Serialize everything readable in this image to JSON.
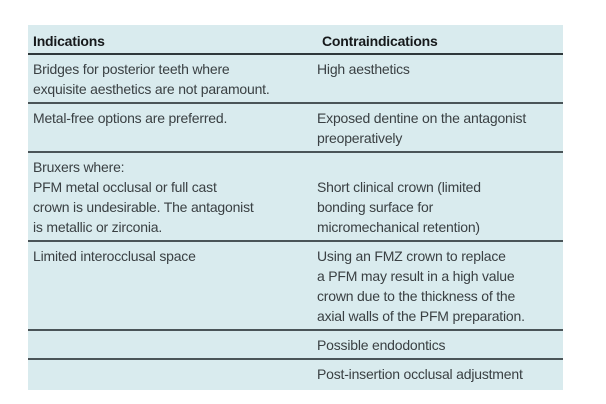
{
  "table": {
    "header": {
      "indications": "Indications",
      "contraindications": "Contraindications"
    },
    "rows": [
      {
        "indication": "Bridges for posterior teeth where\nexquisite aesthetics are not paramount.",
        "contraindication": "High aesthetics"
      },
      {
        "indication": "Metal-free options are preferred.",
        "contraindication": "Exposed dentine on the antagonist\npreoperatively"
      },
      {
        "indication": "Bruxers where:\nPFM metal occlusal or full cast\ncrown is undesirable. The antagonist\nis metallic or zirconia.",
        "contraindication": "Short clinical crown (limited\nbonding surface for\nmicromechanical retention)"
      },
      {
        "indication": "Limited interocclusal space",
        "contraindication": "Using an FMZ crown to replace\na PFM may result in a high value\ncrown due to the thickness of the\naxial walls of the PFM preparation."
      },
      {
        "indication": "",
        "contraindication": "Possible endodontics"
      },
      {
        "indication": "",
        "contraindication": "Post-insertion occlusal adjustment"
      }
    ],
    "colors": {
      "table_background": "#d9ebee",
      "rule": "#4a5458",
      "header_rule": "#2f383b",
      "body_text": "#3a4043",
      "header_text": "#16191b"
    }
  }
}
